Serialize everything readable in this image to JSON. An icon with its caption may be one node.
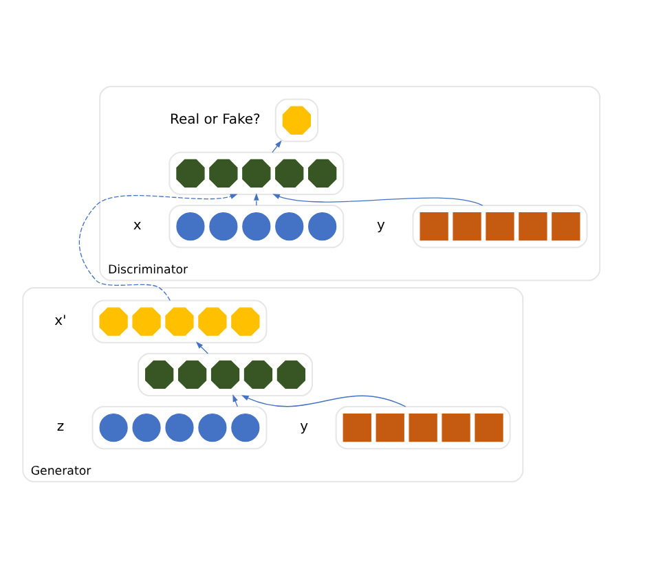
{
  "diagram": {
    "nodes": [
      {
        "text": [
          "Discriminator"
        ]
      },
      {
        "text": [],
        "shape": "box",
        "in": 0,
        "beside": [
          "Real or Fake?"
        ]
      },
      {
        "text": [],
        "shape": "octagon",
        "in": 1
      },
      {
        "text": [],
        "shape": "box",
        "in": 0
      },
      {
        "text": [],
        "shape": "octagon",
        "in": 3
      },
      {
        "text": [],
        "shape": "octagon",
        "in": 3
      },
      {
        "text": [],
        "shape": "octagon",
        "in": 3
      },
      {
        "text": [],
        "shape": "octagon",
        "in": 3
      },
      {
        "text": [],
        "shape": "octagon",
        "in": 3
      },
      {
        "text": [],
        "shape": "box",
        "in": 0,
        "beside": [
          "x"
        ]
      },
      {
        "text": [],
        "shape": "circle",
        "in": 9
      },
      {
        "text": [],
        "shape": "circle",
        "in": 9
      },
      {
        "text": [],
        "shape": "circle",
        "in": 9
      },
      {
        "text": [],
        "shape": "circle",
        "in": 9
      },
      {
        "text": [],
        "shape": "circle",
        "in": 9
      },
      {
        "text": [],
        "shape": "box",
        "in": 0,
        "beside": [
          "y"
        ]
      },
      {
        "text": [],
        "shape": "box",
        "in": 15
      },
      {
        "text": [],
        "shape": "box",
        "in": 15
      },
      {
        "text": [],
        "shape": "box",
        "in": 15
      },
      {
        "text": [],
        "shape": "box",
        "in": 15
      },
      {
        "text": [],
        "shape": "box",
        "in": 15
      },
      {
        "text": [
          "Generator"
        ]
      },
      {
        "text": [],
        "shape": "box",
        "in": 21,
        "beside": [
          "x'"
        ]
      },
      {
        "text": [],
        "shape": "octagon",
        "in": 22
      },
      {
        "text": [],
        "shape": "octagon",
        "in": 22
      },
      {
        "text": [],
        "shape": "octagon",
        "in": 22
      },
      {
        "text": [],
        "shape": "octagon",
        "in": 22
      },
      {
        "text": [],
        "shape": "octagon",
        "in": 22
      },
      {
        "text": [],
        "shape": "box",
        "in": 21
      },
      {
        "text": [],
        "shape": "octagon",
        "in": 28
      },
      {
        "text": [],
        "shape": "octagon",
        "in": 28
      },
      {
        "text": [],
        "shape": "octagon",
        "in": 28
      },
      {
        "text": [],
        "shape": "octagon",
        "in": 28
      },
      {
        "text": [],
        "shape": "octagon",
        "in": 28
      },
      {
        "text": [],
        "shape": "box",
        "in": 21,
        "beside": [
          "z"
        ]
      },
      {
        "text": [],
        "shape": "circle",
        "in": 34
      },
      {
        "text": [],
        "shape": "circle",
        "in": 34
      },
      {
        "text": [],
        "shape": "circle",
        "in": 34
      },
      {
        "text": [],
        "shape": "circle",
        "in": 34
      },
      {
        "text": [],
        "shape": "circle",
        "in": 34
      },
      {
        "text": [],
        "shape": "box",
        "in": 21,
        "beside": [
          "y"
        ]
      },
      {
        "text": [],
        "shape": "box",
        "in": 40
      },
      {
        "text": [],
        "shape": "box",
        "in": 40
      },
      {
        "text": [],
        "shape": "box",
        "in": 40
      },
      {
        "text": [],
        "shape": "box",
        "in": 40
      },
      {
        "text": [],
        "shape": "box",
        "in": 40
      }
    ],
    "edges": [
      {
        "from": 34,
        "to": 28,
        "arrow": "to"
      },
      {
        "from": 40,
        "to": 28,
        "arrow": "to"
      },
      {
        "from": 28,
        "to": 22,
        "arrow": "to"
      },
      {
        "from": 22,
        "to": 3,
        "arrow": "to",
        "style": "dashed"
      },
      {
        "from": 9,
        "to": 3,
        "arrow": "to",
        "style": "dashed"
      },
      {
        "from": 15,
        "to": 3,
        "arrow": "to"
      },
      {
        "from": 3,
        "to": 1,
        "arrow": "to"
      }
    ]
  }
}
